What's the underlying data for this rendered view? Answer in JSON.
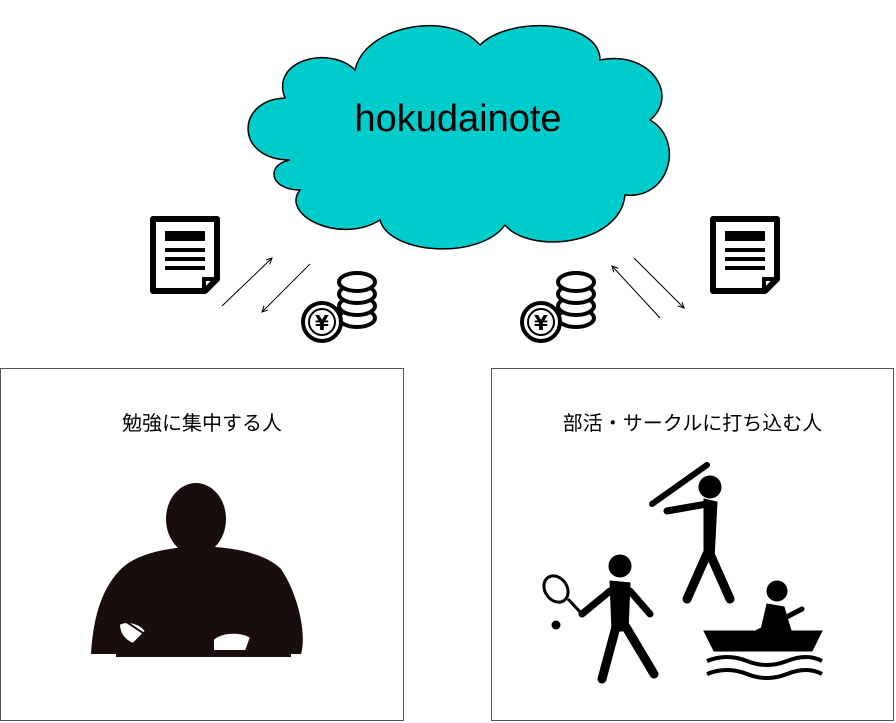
{
  "cloud": {
    "label": "hokudainote",
    "fill_color": "#00cccc"
  },
  "panels": {
    "study": {
      "title": "勉強に集中する人"
    },
    "club": {
      "title": "部活・サークルに打ち込む人"
    }
  },
  "icons": {
    "yen_symbol": "¥"
  },
  "colors": {
    "silhouette": "#1a0e0c",
    "stroke": "#000000"
  }
}
